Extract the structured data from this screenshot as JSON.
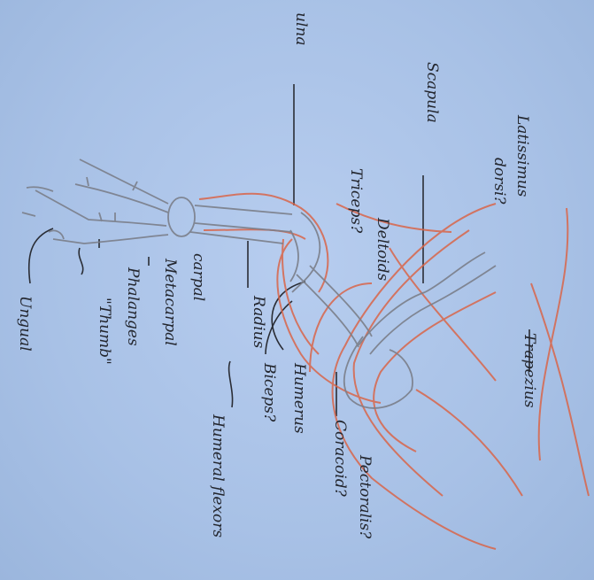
{
  "labels": {
    "ulna": "ulna",
    "scapula": "Scapula",
    "latissimus": "Latissimus",
    "dorsi": "dorsi?",
    "deltoids": "Deltoids",
    "triceps": "Triceps?",
    "trapezius": "Trapezius",
    "carpal": "carpal",
    "metacarpal": "Metacarpal",
    "phalanges": "Phalanges",
    "thumb": "\"Thumb\"",
    "ungual": "Ungual",
    "radius": "Radius",
    "biceps": "Biceps?",
    "humerus": "Humerus",
    "humeral_flexors": "Humeral flexors",
    "pectoralis": "Pectoralis?",
    "coracoid": "Coracoid?"
  },
  "colors": {
    "paper": "#a9c3e8",
    "bone_pencil": "#7b7f8a",
    "muscle_red": "#d9664a",
    "ink": "#23262e"
  }
}
